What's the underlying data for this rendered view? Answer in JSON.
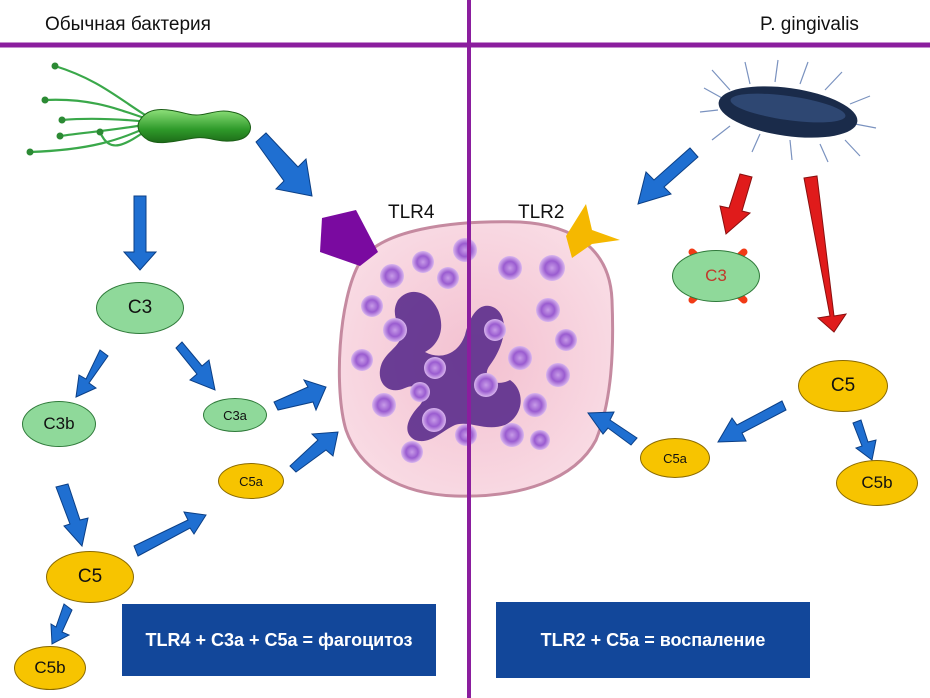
{
  "header": {
    "left_title": "Обычная бактерия",
    "right_title": "P. gingivalis"
  },
  "left_pathway": {
    "receptor": "TLR4",
    "c3": "C3",
    "c3b": "C3b",
    "c3a": "C3a",
    "c5a": "C5a",
    "c5": "C5",
    "c5b": "C5b",
    "summary": "TLR4 + C3a + C5a = фагоцитоз"
  },
  "right_pathway": {
    "receptor": "TLR2",
    "c3_blocked": "C3",
    "c5": "C5",
    "c5a": "C5a",
    "c5b": "C5b",
    "summary": "TLR2 + C5a = воспаление"
  },
  "colors": {
    "divider": "#8b1e9e",
    "arrow_blue": "#1f6fd1",
    "arrow_red": "#e01b1b",
    "complement_green": "#8fd99a",
    "complement_gold": "#f7c400",
    "summary_box": "#12479a",
    "tlr4": "#7a0aa0",
    "tlr2": "#f5b800",
    "cell": "#f6cdd8",
    "nucleus": "#5b2c8c"
  },
  "icons": [
    "flagellated-bacterium-icon",
    "fimbriated-bacterium-icon",
    "neutrophil-icon"
  ]
}
